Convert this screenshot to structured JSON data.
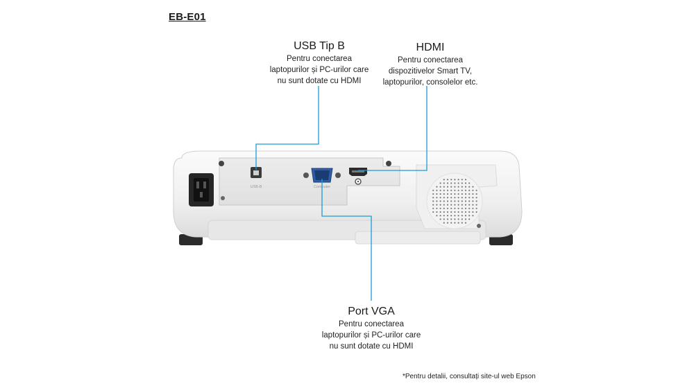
{
  "model": "EB-E01",
  "callouts": {
    "usb": {
      "title": "USB Tip B",
      "desc": [
        "Pentru conectarea",
        "laptopurilor și PC-urilor care",
        "nu sunt dotate cu HDMI"
      ]
    },
    "hdmi": {
      "title": "HDMI",
      "desc": [
        "Pentru conectarea",
        "dispozitivelor Smart TV,",
        "laptopurilor, consolelor etc."
      ]
    },
    "vga": {
      "title": "Port VGA",
      "desc": [
        "Pentru conectarea",
        "laptopurilor și PC-urilor care",
        "nu sunt dotate cu HDMI"
      ]
    }
  },
  "footnote": "*Pentru detalii, consultați site-ul web Epson",
  "colors": {
    "leader": "#1a9bd7",
    "body": "#f1f1f1",
    "outline": "#c9c9c9"
  },
  "ports": {
    "usb_label": "USB-B",
    "vga_label": "Computer"
  }
}
